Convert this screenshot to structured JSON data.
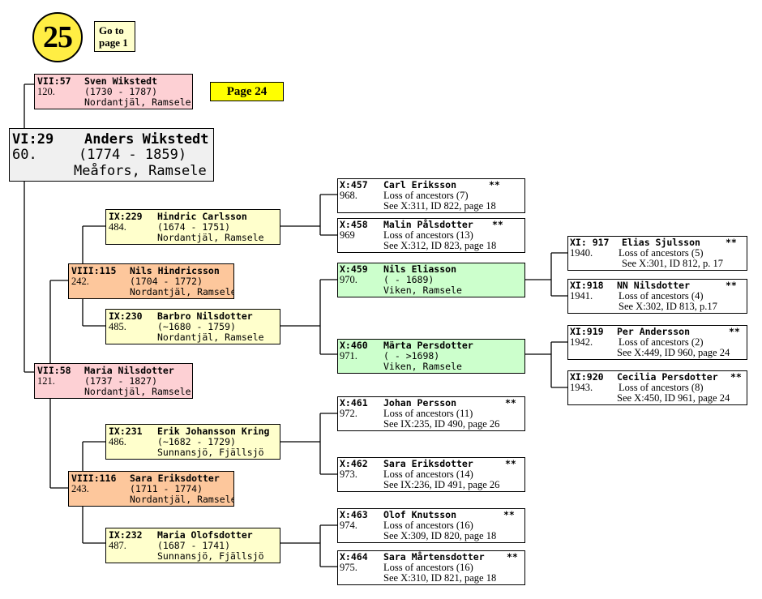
{
  "nav": {
    "page_number": "25",
    "goto_line1": "Go to",
    "goto_line2": "page 1",
    "prev_page": "Page 24"
  },
  "root": {
    "code": "VI:29",
    "name": "Anders  Wikstedt",
    "num": "60.",
    "dates": "(1774 - 1859)",
    "place": "Meåfors, Ramsele"
  },
  "gen7": [
    {
      "code": "VII:57",
      "name": "Sven Wikstedt",
      "num": "120.",
      "dates": "(1730 - 1787)",
      "place": "Nordantjäl, Ramsele"
    },
    {
      "code": "VII:58",
      "name": "Maria Nilsdotter",
      "num": "121.",
      "dates": "(1737 - 1827)",
      "place": "Nordantjäl, Ramsele"
    }
  ],
  "gen8": [
    {
      "code": "VIII:115",
      "name": "Nils Hindricsson",
      "num": "242.",
      "dates": "(1704 - 1772)",
      "place": "Nordantjäl, Ramsele"
    },
    {
      "code": "VIII:116",
      "name": "Sara Eriksdotter",
      "num": "243.",
      "dates": "(1711 - 1774)",
      "place": "Nordantjäl, Ramsele"
    }
  ],
  "gen9": [
    {
      "code": "IX:229",
      "name": "Hindric Carlsson",
      "num": "484.",
      "dates": "(1674 - 1751)",
      "place": "Nordantjäl, Ramsele"
    },
    {
      "code": "IX:230",
      "name": "Barbro Nilsdotter",
      "num": "485.",
      "dates": "(~1680 - 1759)",
      "place": "Nordantjäl, Ramsele"
    },
    {
      "code": "IX:231",
      "name": "Erik Johansson Kring",
      "num": "486.",
      "dates": "(~1682 - 1729)",
      "place": "Sunnansjö, Fjällsjö"
    },
    {
      "code": "IX:232",
      "name": "Maria Olofsdotter",
      "num": "487.",
      "dates": "(1687 - 1741)",
      "place": "Sunnansjö, Fjällsjö"
    }
  ],
  "gen10": [
    {
      "code": "X:457",
      "name": "Carl Eriksson",
      "stars": "**",
      "num": "968.",
      "line2": "Loss of ancestors (7)",
      "line3": "See X:311, ID 822, page 18"
    },
    {
      "code": "X:458",
      "name": "Malin Pålsdotter",
      "stars": "**",
      "num": "969",
      "line2": "Loss of ancestors (13)",
      "line3": "See X:312, ID 823, page 18"
    },
    {
      "code": "X:459",
      "name": "Nils Eliasson",
      "stars": "",
      "num": "970.",
      "line2": "( - 1689)",
      "line3": "Viken, Ramsele"
    },
    {
      "code": "X:460",
      "name": "Märta Persdotter",
      "stars": "",
      "num": "971.",
      "line2": "( - >1698)",
      "line3": "Viken, Ramsele"
    },
    {
      "code": "X:461",
      "name": "Johan Persson",
      "stars": "**",
      "num": "972.",
      "line2": "Loss of ancestors (11)",
      "line3": "See IX:235, ID 490, page 26"
    },
    {
      "code": "X:462",
      "name": "Sara Eriksdotter",
      "stars": "**",
      "num": "973.",
      "line2": "Loss of ancestors (14)",
      "line3": "See IX:236, ID 491, page 26"
    },
    {
      "code": "X:463",
      "name": "Olof Knutsson",
      "stars": "**",
      "num": "974.",
      "line2": "Loss of ancestors (16)",
      "line3": "See X:309, ID 820, page 18"
    },
    {
      "code": "X:464",
      "name": "Sara Mårtensdotter",
      "stars": "**",
      "num": "975.",
      "line2": "Loss of ancestors (16)",
      "line3": "See X:310, ID 821, page 18"
    }
  ],
  "gen11": [
    {
      "code": "XI: 917",
      "name": "Elias Sjulsson",
      "stars": "**",
      "num": "1940.",
      "line2": "Loss of ancestors (5)",
      "line3": "See X:301, ID 812, p. 17"
    },
    {
      "code": "XI:918",
      "name": "NN Nilsdotter",
      "stars": "**",
      "num": "1941.",
      "line2": "Loss of ancestors (4)",
      "line3": "See X:302, ID 813, p.17"
    },
    {
      "code": "XI:919",
      "name": "Per Andersson",
      "stars": "**",
      "num": "1942.",
      "line2": "Loss of ancestors (2)",
      "line3": "See X:449, ID 960, page 24"
    },
    {
      "code": "XI:920",
      "name": "Cecilia Persdotter",
      "stars": "**",
      "num": "1943.",
      "line2": "Loss of ancestors (8)",
      "line3": "See X:450, ID 961, page 24"
    }
  ]
}
